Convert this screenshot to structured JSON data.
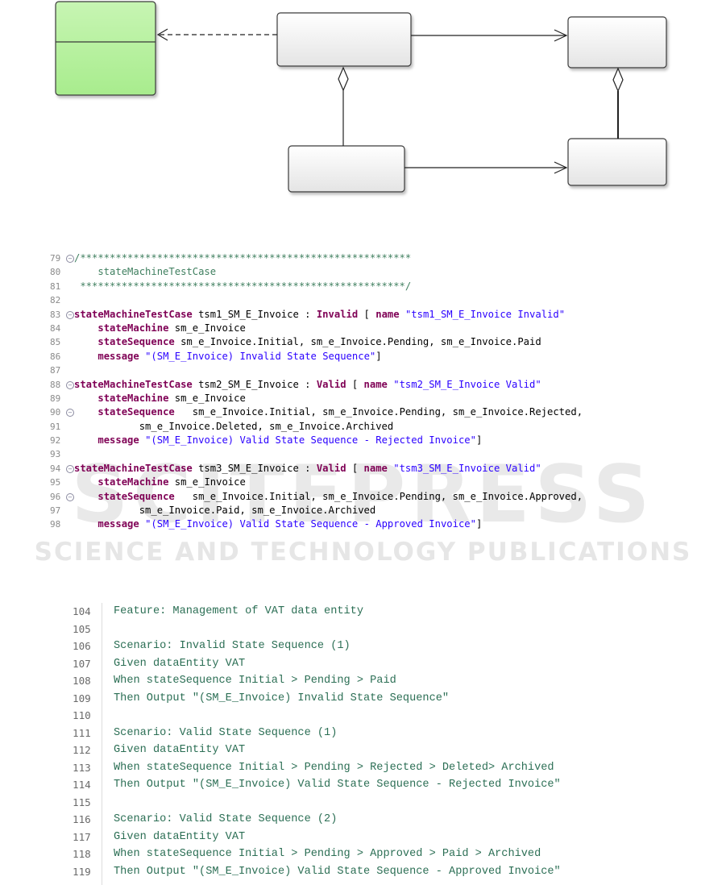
{
  "watermark": {
    "big": "SCITEPRESS",
    "small": "SCIENCE AND TECHNOLOGY PUBLICATIONS"
  },
  "colors": {
    "green_class_fill": "#b9f1a3",
    "box_fill": "#f4f4f4",
    "comment": "#3f7f5f",
    "keyword": "#7f0055",
    "string": "#2a00ff",
    "gherkin_text": "#2c6f55"
  },
  "code_editor": {
    "lines": [
      {
        "n": "79",
        "fold": true,
        "segs": [
          {
            "c": "cmt",
            "t": "/********************************************************"
          }
        ]
      },
      {
        "n": "80",
        "fold": false,
        "segs": [
          {
            "c": "cmt",
            "t": "    stateMachineTestCase"
          }
        ]
      },
      {
        "n": "81",
        "fold": false,
        "segs": [
          {
            "c": "cmt",
            "t": " *******************************************************/"
          }
        ]
      },
      {
        "n": "82",
        "fold": false,
        "segs": []
      },
      {
        "n": "83",
        "fold": true,
        "segs": [
          {
            "c": "kw",
            "t": "stateMachineTestCase"
          },
          {
            "c": "pl",
            "t": " tsm1_SM_E_Invoice : "
          },
          {
            "c": "kw",
            "t": "Invalid"
          },
          {
            "c": "pl",
            "t": " [ "
          },
          {
            "c": "kw",
            "t": "name"
          },
          {
            "c": "pl",
            "t": " "
          },
          {
            "c": "str",
            "t": "\"tsm1_SM_E_Invoice Invalid\""
          }
        ]
      },
      {
        "n": "84",
        "fold": false,
        "segs": [
          {
            "c": "pl",
            "t": "    "
          },
          {
            "c": "kw",
            "t": "stateMachine"
          },
          {
            "c": "pl",
            "t": " sm_e_Invoice"
          }
        ]
      },
      {
        "n": "85",
        "fold": false,
        "segs": [
          {
            "c": "pl",
            "t": "    "
          },
          {
            "c": "kw",
            "t": "stateSequence"
          },
          {
            "c": "pl",
            "t": " sm_e_Invoice.Initial, sm_e_Invoice.Pending, sm_e_Invoice.Paid"
          }
        ]
      },
      {
        "n": "86",
        "fold": false,
        "segs": [
          {
            "c": "pl",
            "t": "    "
          },
          {
            "c": "kw",
            "t": "message"
          },
          {
            "c": "pl",
            "t": " "
          },
          {
            "c": "str",
            "t": "\"(SM_E_Invoice) Invalid State Sequence\""
          },
          {
            "c": "pl",
            "t": "]"
          }
        ]
      },
      {
        "n": "87",
        "fold": false,
        "segs": []
      },
      {
        "n": "88",
        "fold": true,
        "segs": [
          {
            "c": "kw",
            "t": "stateMachineTestCase"
          },
          {
            "c": "pl",
            "t": " tsm2_SM_E_Invoice : "
          },
          {
            "c": "kw",
            "t": "Valid"
          },
          {
            "c": "pl",
            "t": " [ "
          },
          {
            "c": "kw",
            "t": "name"
          },
          {
            "c": "pl",
            "t": " "
          },
          {
            "c": "str",
            "t": "\"tsm2_SM_E_Invoice Valid\""
          }
        ]
      },
      {
        "n": "89",
        "fold": false,
        "segs": [
          {
            "c": "pl",
            "t": "    "
          },
          {
            "c": "kw",
            "t": "stateMachine"
          },
          {
            "c": "pl",
            "t": " sm_e_Invoice"
          }
        ]
      },
      {
        "n": "90",
        "fold": true,
        "segs": [
          {
            "c": "pl",
            "t": "    "
          },
          {
            "c": "kw",
            "t": "stateSequence"
          },
          {
            "c": "pl",
            "t": "   sm_e_Invoice.Initial, sm_e_Invoice.Pending, sm_e_Invoice.Rejected,"
          }
        ]
      },
      {
        "n": "91",
        "fold": false,
        "segs": [
          {
            "c": "pl",
            "t": "           sm_e_Invoice.Deleted, sm_e_Invoice.Archived"
          }
        ]
      },
      {
        "n": "92",
        "fold": false,
        "segs": [
          {
            "c": "pl",
            "t": "    "
          },
          {
            "c": "kw",
            "t": "message"
          },
          {
            "c": "pl",
            "t": " "
          },
          {
            "c": "str",
            "t": "\"(SM_E_Invoice) Valid State Sequence - Rejected Invoice\""
          },
          {
            "c": "pl",
            "t": "]"
          }
        ]
      },
      {
        "n": "93",
        "fold": false,
        "segs": []
      },
      {
        "n": "94",
        "fold": true,
        "segs": [
          {
            "c": "kw",
            "t": "stateMachineTestCase"
          },
          {
            "c": "pl",
            "t": " tsm3_SM_E_Invoice : "
          },
          {
            "c": "kw",
            "t": "Valid"
          },
          {
            "c": "pl",
            "t": " [ "
          },
          {
            "c": "kw",
            "t": "name"
          },
          {
            "c": "pl",
            "t": " "
          },
          {
            "c": "str",
            "t": "\"tsm3_SM_E_Invoice Valid\""
          }
        ]
      },
      {
        "n": "95",
        "fold": false,
        "segs": [
          {
            "c": "pl",
            "t": "    "
          },
          {
            "c": "kw",
            "t": "stateMachine"
          },
          {
            "c": "pl",
            "t": " sm_e_Invoice"
          }
        ]
      },
      {
        "n": "96",
        "fold": true,
        "segs": [
          {
            "c": "pl",
            "t": "    "
          },
          {
            "c": "kw",
            "t": "stateSequence"
          },
          {
            "c": "pl",
            "t": "   sm_e_Invoice.Initial, sm_e_Invoice.Pending, sm_e_Invoice.Approved,"
          }
        ]
      },
      {
        "n": "97",
        "fold": false,
        "segs": [
          {
            "c": "pl",
            "t": "           sm_e_Invoice.Paid, sm_e_Invoice.Archived"
          }
        ]
      },
      {
        "n": "98",
        "fold": false,
        "segs": [
          {
            "c": "pl",
            "t": "    "
          },
          {
            "c": "kw",
            "t": "message"
          },
          {
            "c": "pl",
            "t": " "
          },
          {
            "c": "str",
            "t": "\"(SM_E_Invoice) Valid State Sequence - Approved Invoice\""
          },
          {
            "c": "pl",
            "t": "]"
          }
        ]
      }
    ]
  },
  "gherkin": {
    "lines": [
      {
        "n": "104",
        "t": "Feature: Management of VAT data entity"
      },
      {
        "n": "105",
        "t": ""
      },
      {
        "n": "106",
        "t": "Scenario: Invalid State Sequence (1)"
      },
      {
        "n": "107",
        "t": "Given dataEntity VAT"
      },
      {
        "n": "108",
        "t": "When stateSequence Initial > Pending > Paid"
      },
      {
        "n": "109",
        "t": "Then Output \"(SM_E_Invoice) Invalid State Sequence\""
      },
      {
        "n": "110",
        "t": ""
      },
      {
        "n": "111",
        "t": "Scenario: Valid State Sequence (1)"
      },
      {
        "n": "112",
        "t": "Given dataEntity VAT"
      },
      {
        "n": "113",
        "t": "When stateSequence Initial > Pending > Rejected > Deleted> Archived"
      },
      {
        "n": "114",
        "t": "Then Output \"(SM_E_Invoice) Valid State Sequence - Rejected Invoice\""
      },
      {
        "n": "115",
        "t": ""
      },
      {
        "n": "116",
        "t": "Scenario: Valid State Sequence (2)"
      },
      {
        "n": "117",
        "t": "Given dataEntity VAT"
      },
      {
        "n": "118",
        "t": "When stateSequence Initial > Pending > Approved > Paid > Archived"
      },
      {
        "n": "119",
        "t": "Then Output \"(SM_E_Invoice) Valid State Sequence - Approved Invoice\""
      }
    ]
  }
}
